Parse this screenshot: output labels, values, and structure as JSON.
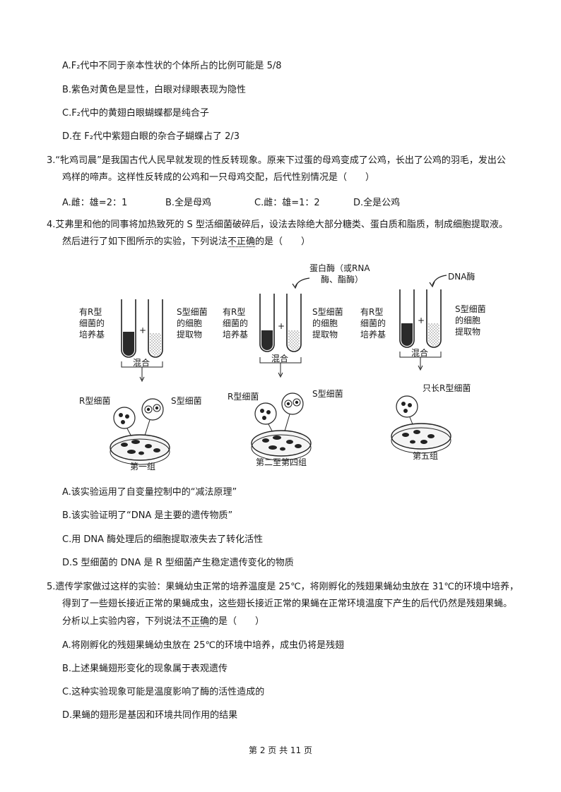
{
  "q2_options": [
    "A.F₂代中不同于亲本性状的个体所占的比例可能是 5/8",
    "B.紫色对黄色是显性，白眼对绿眼表现为隐性",
    "C.F₂代中的黄翅白眼蝴蝶都是纯合子",
    "D.在 F₂代中紫翅白眼的杂合子蝴蝶占了 2/3"
  ],
  "q3": {
    "stem_line1": "3.“牝鸡司晨”是我国古代人民早就发现的性反转现象。原来下过蛋的母鸡变成了公鸡，长出了公鸡的羽毛，发出公",
    "stem_line2": "鸡样的啼声。这样性反转成的公鸡和一只母鸡交配，后代性别情况是（　　）",
    "options": [
      "A.雌：雄=2：1",
      "B.全是母鸡",
      "C.雌：雄=1：2",
      "D.全是公鸡"
    ]
  },
  "q4": {
    "stem_line1": "4.艾弗里和他的同事将加热致死的 S 型活细菌破碎后，设法去除绝大部分糖类、蛋白质和脂质，制成细胞提取液。",
    "stem_line2_pre": "然后进行了如下图所示的实验，下列说法",
    "stem_line2_emph": "不正确",
    "stem_line2_post": "的是（　　）",
    "figure": {
      "enzyme_protein_1": "蛋白酶（或RNA",
      "enzyme_protein_2": "酶、酯酶）",
      "enzyme_dna": "DNA酶",
      "r_medium": [
        "有R型",
        "细菌的",
        "培养基"
      ],
      "s_extract": [
        "S型细菌",
        "的细胞",
        "提取物"
      ],
      "mix": "混合",
      "plus": "+",
      "r_bacteria": "R型细菌",
      "s_bacteria": "S型细菌",
      "only_r": "只长R型细菌",
      "group1": "第一组",
      "group2to4": "第二至第四组",
      "group5": "第五组"
    },
    "options": [
      "A.该实验运用了自变量控制中的“减法原理”",
      "B.该实验证明了“DNA 是主要的遗传物质”",
      "C.用 DNA 酶处理后的细胞提取液失去了转化活性",
      "D.S 型细菌的 DNA 是 R 型细菌产生稳定遗传变化的物质"
    ]
  },
  "q5": {
    "stem_line1": "5.遗传学家做过这样的实验：果蝇幼虫正常的培养温度是 25℃，将刚孵化的残翅果蝇幼虫放在 31℃的环境中培养，",
    "stem_line2": "得到了一些翅长接近正常的果蝇成虫，这些翅长接近正常的果蝇在正常环境温度下产生的后代仍然是残翅果蝇。",
    "stem_line3_pre": "分析以上实验内容，下列说法",
    "stem_line3_emph": "不正确",
    "stem_line3_post": "的是（　　）",
    "options": [
      "A.将刚孵化的残翅果蝇幼虫放在 25℃的环境中培养，成虫仍将是残翅",
      "B.上述果蝇翅形变化的现象属于表观遗传",
      "C.这种实验现象可能是温度影响了酶的活性造成的",
      "D.果蝇的翅形是基因和环境共同作用的结果"
    ]
  },
  "footer": "第 2 页 共 11 页"
}
